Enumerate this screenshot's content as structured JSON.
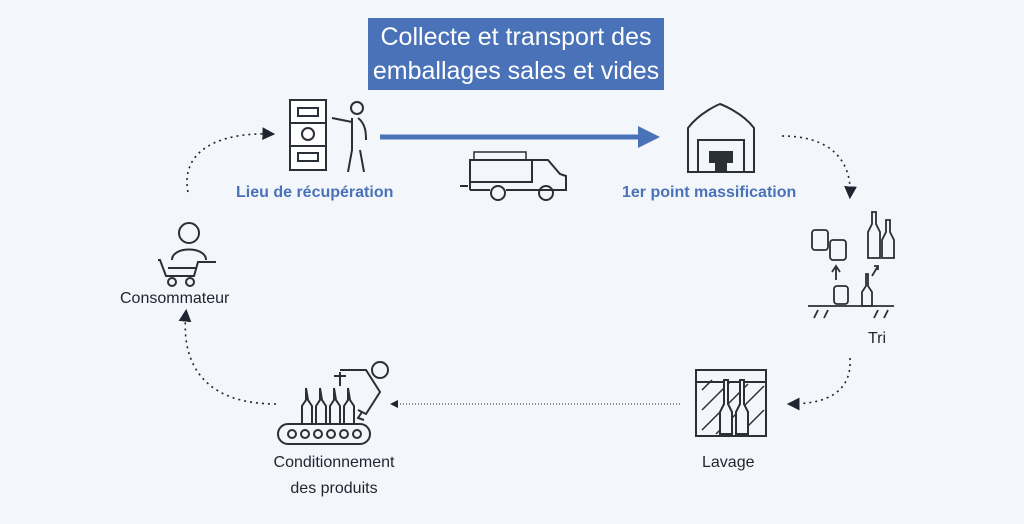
{
  "title": {
    "line1": "Collecte et transport des",
    "line2": "emballages sales et vides"
  },
  "nodes": {
    "lieu_recuperation": "Lieu de récupération",
    "premier_point": "1er point massification",
    "tri": "Tri",
    "lavage": "Lavage",
    "conditionnement_l1": "Conditionnement",
    "conditionnement_l2": "des produits",
    "consommateur": "Consommateur"
  },
  "colors": {
    "accent": "#4a72b8",
    "icon": "#2b2f36",
    "background": "#f3f6fb"
  },
  "icons": [
    "recycling-bins-person-icon",
    "delivery-truck-icon",
    "warehouse-icon",
    "sorting-icon",
    "washing-icon",
    "bottling-line-icon",
    "shopping-consumer-icon"
  ]
}
